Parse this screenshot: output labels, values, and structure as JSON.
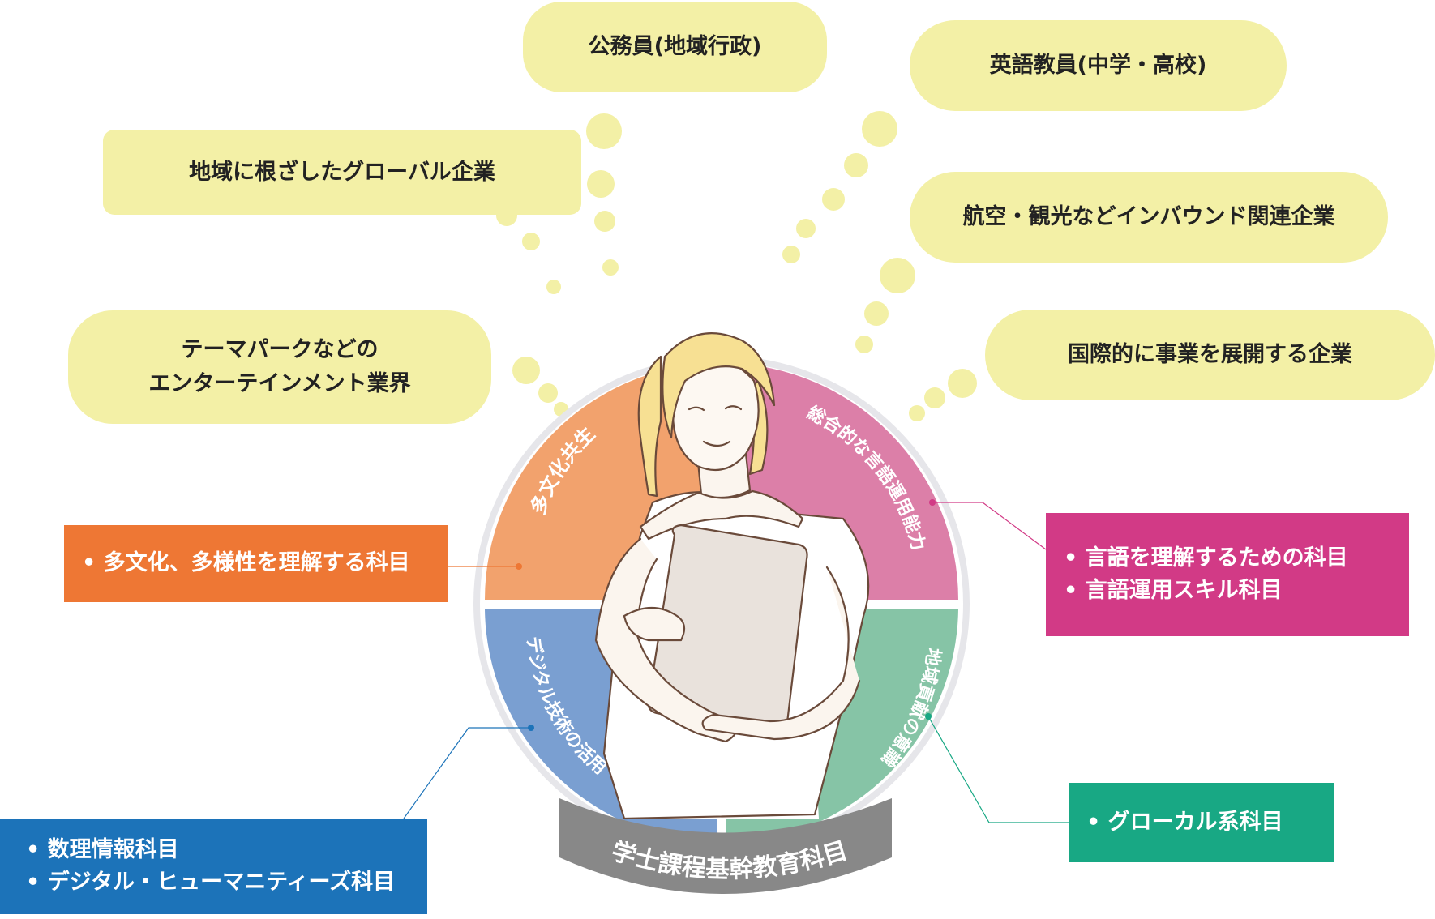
{
  "careers": [
    {
      "lines": [
        "公務員(地域行政)"
      ]
    },
    {
      "lines": [
        "英語教員(中学・高校)"
      ]
    },
    {
      "lines": [
        "地域に根ざしたグローバル企業"
      ]
    },
    {
      "lines": [
        "航空・観光などインバウンド関連企業"
      ]
    },
    {
      "lines": [
        "テーマパークなどの",
        "エンターテインメント業界"
      ]
    },
    {
      "lines": [
        "国際的に事業を展開する企業"
      ]
    }
  ],
  "segments": {
    "multicultural": "多文化共生",
    "language": "総合的な言語運用能力",
    "digital": "デジタル技術の活用",
    "regional": "地域貢献の意識"
  },
  "subject_boxes": {
    "orange": [
      "• 多文化、多様性を理解する科目"
    ],
    "pink": [
      "• 言語を理解するための科目",
      "• 言語運用スキル科目"
    ],
    "blue": [
      "• 数理情報科目",
      "• デジタル・ヒューマニティーズ科目"
    ],
    "green": [
      "• グローカル系科目"
    ]
  },
  "core_label": "学士課程基幹教育科目",
  "colors": {
    "bubble": "#f3f0a6",
    "orange_segment": "#f2a26d",
    "pink_segment": "#dc7fa8",
    "blue_segment": "#7a9fd1",
    "green_segment": "#86c4a6",
    "orange_box": "#ee7734",
    "pink_box": "#d23a86",
    "blue_box": "#1c73b9",
    "green_box": "#18a884",
    "banner": "#888888"
  }
}
